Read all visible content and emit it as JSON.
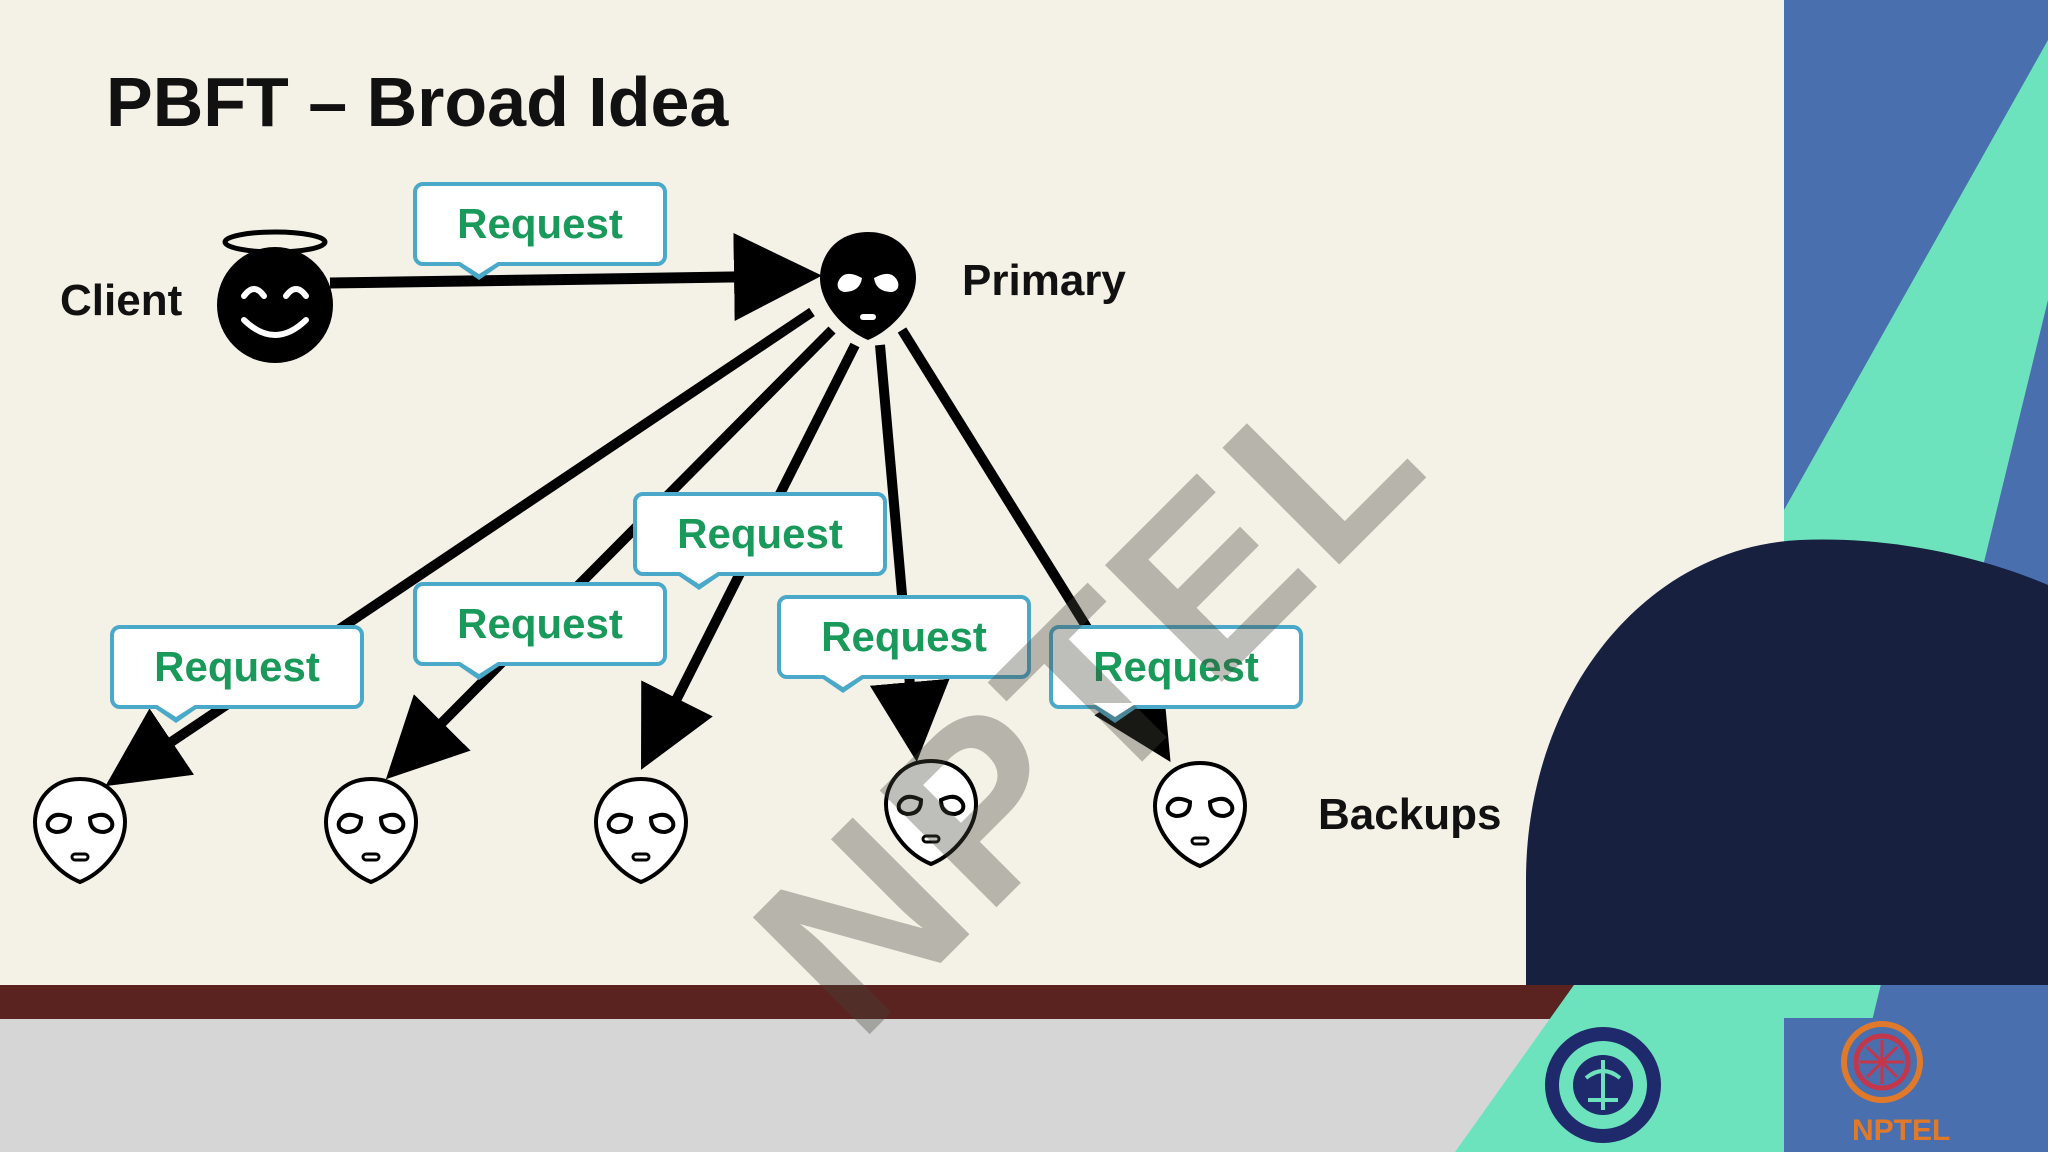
{
  "slide": {
    "title": "PBFT – Broad Idea",
    "client_label": "Client",
    "primary_label": "Primary",
    "backups_label": "Backups",
    "callouts": [
      {
        "id": "client-to-primary",
        "text": "Request"
      },
      {
        "id": "to-backup-3",
        "text": "Request"
      },
      {
        "id": "to-backup-2",
        "text": "Request"
      },
      {
        "id": "to-backup-4",
        "text": "Request"
      },
      {
        "id": "to-backup-1",
        "text": "Request"
      },
      {
        "id": "to-backup-5",
        "text": "Request"
      }
    ],
    "watermark": "NPTEL",
    "logo_text": "NPTEL"
  },
  "colors": {
    "background": "#f4f1e6",
    "callout_border": "#4aa8c8",
    "callout_text": "#1a9a5a",
    "arrow": "#000000",
    "brand_blue": "#4a6fae",
    "brand_mint": "#6de3bd",
    "dark_navy": "#17203f",
    "band_brown": "#5a2320",
    "footer_gray": "#d6d6d6"
  },
  "icons": [
    "halo-smiley-icon",
    "alien-primary-icon",
    "alien-backup-icon",
    "iit-emblem-icon",
    "nptel-logo-icon"
  ]
}
